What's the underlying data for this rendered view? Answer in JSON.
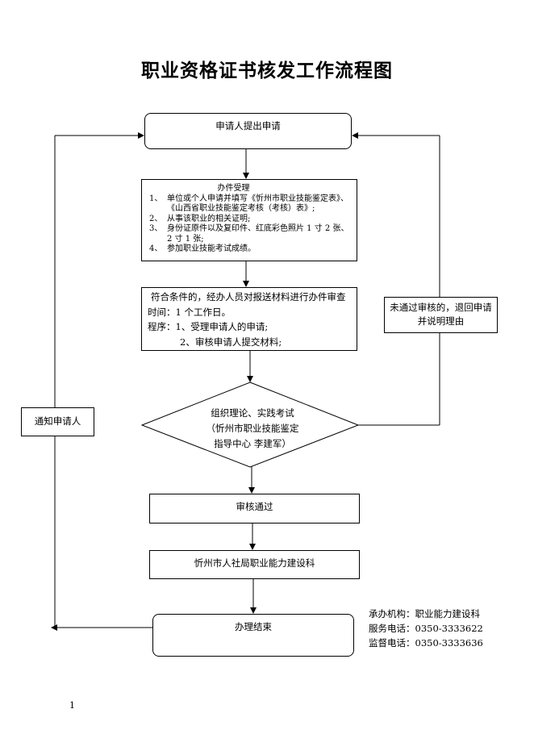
{
  "title": "职业资格证书核发工作流程图",
  "boxes": {
    "apply": "申请人提出申请",
    "accept": {
      "heading": "办件受理",
      "items": [
        {
          "num": "1、",
          "text": "单位或个人申请并填写《忻州市职业技能鉴定表》、《山西省职业技能鉴定考核（考核）表》;"
        },
        {
          "num": "2、",
          "text": "从事该职业的相关证明;"
        },
        {
          "num": "3、",
          "text": "身份证原件以及复印件、红底彩色照片 1 寸 2 张、2 寸 1 张;"
        },
        {
          "num": "4、",
          "text": "参加职业技能考试成绩。"
        }
      ]
    },
    "review": {
      "line1": "符合条件的，经办人员对报送材料进行办件审查",
      "line2": "时间：1 个工作日。",
      "line3": "程序：1、受理申请人的申请;",
      "line4": "2、审核申请人提交材料;"
    },
    "exam": {
      "line1": "组织理论、实践考试",
      "line2": "（忻州市职业技能鉴定",
      "line3": "指导中心  李建军）"
    },
    "passed": "审核通过",
    "section": "忻州市人社局职业能力建设科",
    "finish": "办理结束",
    "notify": "通知申请人",
    "reject": "未通过审核的，退回申请并说明理由"
  },
  "contact": {
    "org": "承办机构：职业能力建设科",
    "service": "服务电话：0350-3333622",
    "supervise": "监督电话：0350-3333636"
  },
  "page_number": "1"
}
